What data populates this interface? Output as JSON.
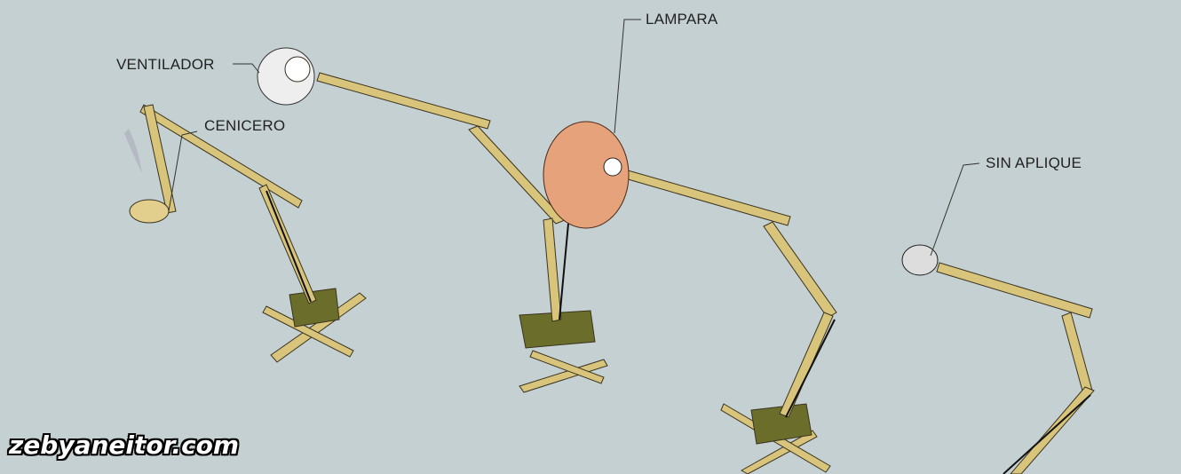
{
  "labels": {
    "fan": "VENTILADOR",
    "ashtray": "CENICERO",
    "lamp": "LAMPARA",
    "no_fixture": "SIN APLIQUE"
  },
  "watermark": "zebyaneitor.com",
  "colors": {
    "background": "#c5d0d2",
    "wood": "#d8c47a",
    "base_box": "#6b6e2a",
    "lampshade": "#e6a27a"
  }
}
